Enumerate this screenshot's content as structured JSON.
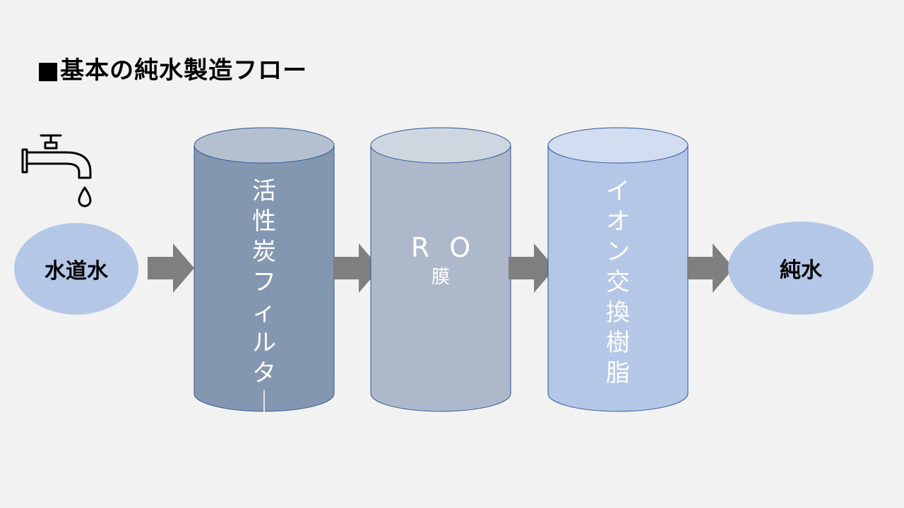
{
  "title": "■基本の純水製造フロー",
  "icons": {
    "faucet": "faucet-icon",
    "arrow": "right-arrow-icon"
  },
  "nodes": {
    "tap_water": "水道水",
    "pure_water": "純水"
  },
  "stages": [
    {
      "label_chars": [
        "活",
        "性",
        "炭",
        "フ",
        "ィ",
        "ル",
        "タ",
        "｜"
      ]
    },
    {
      "label_main": "RO",
      "label_sub": "膜"
    },
    {
      "label_chars": [
        "イ",
        "オ",
        "ン",
        "交",
        "換",
        "樹",
        "脂"
      ]
    }
  ],
  "colors": {
    "background": "#f2f2f2",
    "ellipse_fill": "#b4c7e7",
    "arrow": "#7f7f7f",
    "stage1_body": "#8497b0",
    "stage1_top": "#b4c0d0",
    "stage2_body": "#adb9ca",
    "stage2_top": "#ced6e0",
    "stage3_body": "#b4c7e7",
    "stage3_top": "#d2ddf1",
    "outline": "#2f5597"
  }
}
